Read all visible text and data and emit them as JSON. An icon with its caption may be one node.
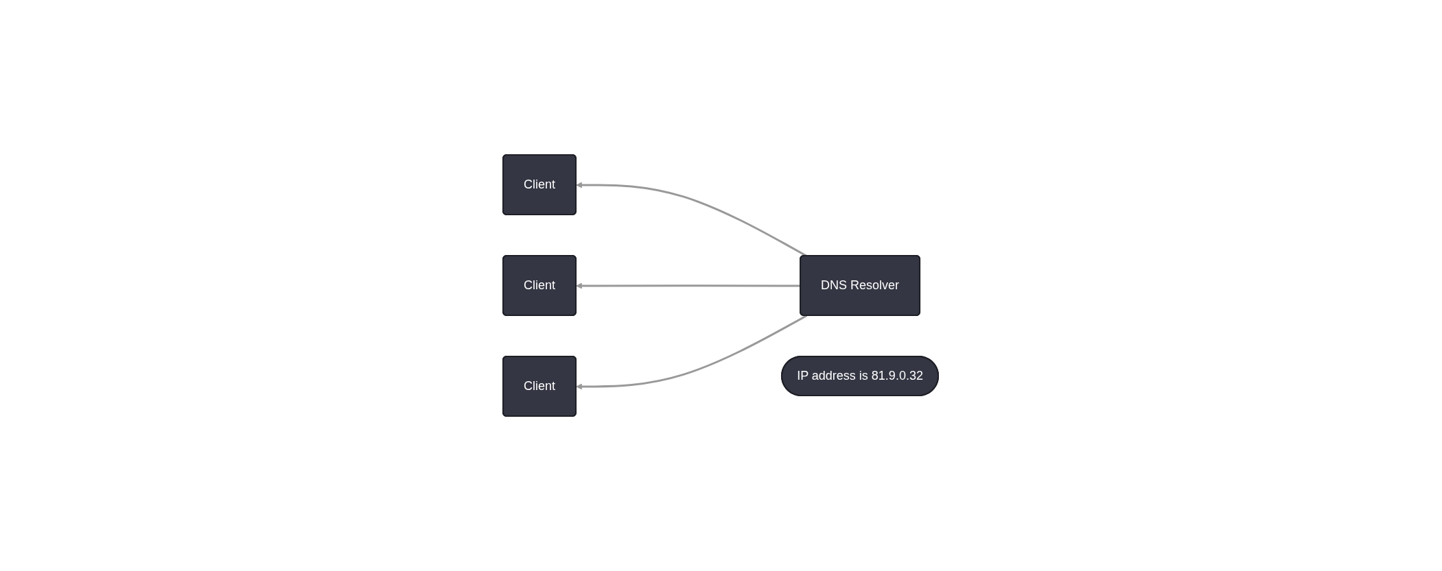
{
  "diagram": {
    "nodes": [
      {
        "text": [
          "Client"
        ]
      },
      {
        "text": [
          "Client"
        ]
      },
      {
        "text": [
          "Client"
        ]
      },
      {
        "text": [
          "DNS Resolver"
        ]
      },
      {
        "text": [
          "IP address is 81.9.0.32"
        ]
      }
    ],
    "edges": [
      {
        "from": 3,
        "to": 0,
        "arrow": "to"
      },
      {
        "from": 3,
        "to": 1,
        "arrow": "to"
      },
      {
        "from": 3,
        "to": 2,
        "arrow": "to"
      }
    ]
  }
}
